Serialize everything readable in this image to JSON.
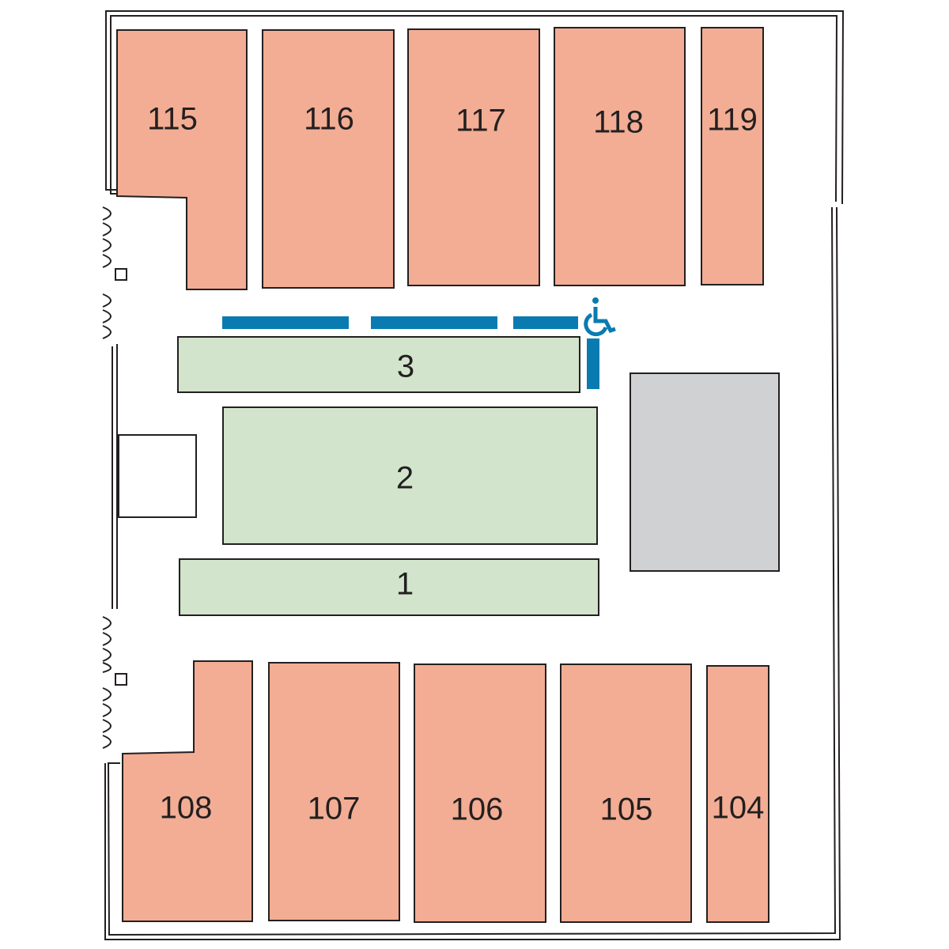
{
  "colors": {
    "booth_fill": "#f2ad94",
    "center_fill": "#d2e4cb",
    "gray_block": "#d0d1d3",
    "accessible_blue": "#0a7bb0",
    "outline": "#231f20",
    "background": "#ffffff"
  },
  "booths": {
    "b115": "115",
    "b116": "116",
    "b117": "117",
    "b118": "118",
    "b119": "119",
    "b108": "108",
    "b107": "107",
    "b106": "106",
    "b105": "105",
    "b104": "104"
  },
  "center_areas": {
    "c3": "3",
    "c2": "2",
    "c1": "1"
  },
  "icons": {
    "accessible": "wheelchair-icon",
    "doors": "door-swing-icon"
  }
}
